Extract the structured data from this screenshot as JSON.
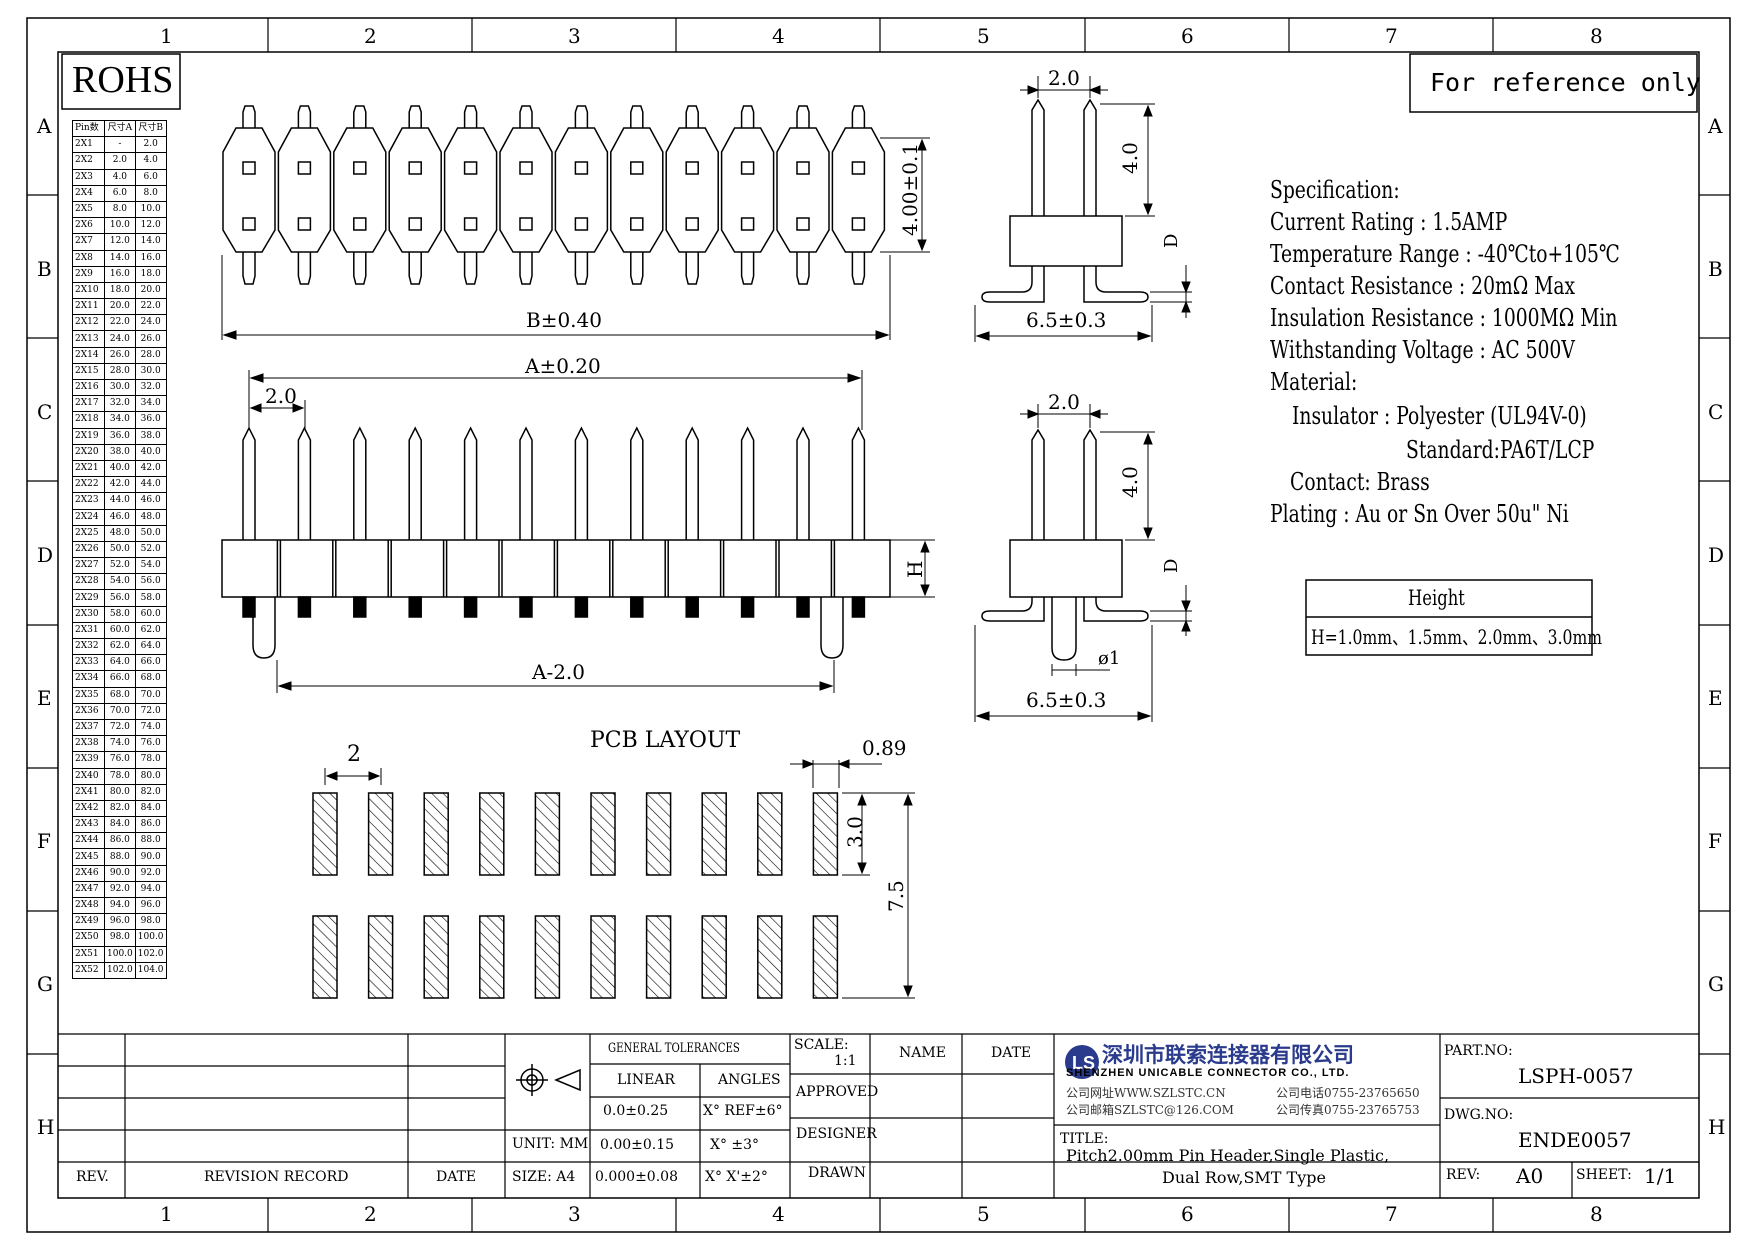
{
  "frame": {
    "columns": [
      "1",
      "2",
      "3",
      "4",
      "5",
      "6",
      "7",
      "8"
    ],
    "rows": [
      "A",
      "B",
      "C",
      "D",
      "E",
      "F",
      "G",
      "H"
    ]
  },
  "badges": {
    "rohs": "ROHS",
    "reference": "For reference only"
  },
  "pin_table": {
    "headers": [
      "Pin数",
      "尺寸A",
      "尺寸B"
    ],
    "rows": [
      [
        "2X1",
        "-",
        "2.0"
      ],
      [
        "2X2",
        "2.0",
        "4.0"
      ],
      [
        "2X3",
        "4.0",
        "6.0"
      ],
      [
        "2X4",
        "6.0",
        "8.0"
      ],
      [
        "2X5",
        "8.0",
        "10.0"
      ],
      [
        "2X6",
        "10.0",
        "12.0"
      ],
      [
        "2X7",
        "12.0",
        "14.0"
      ],
      [
        "2X8",
        "14.0",
        "16.0"
      ],
      [
        "2X9",
        "16.0",
        "18.0"
      ],
      [
        "2X10",
        "18.0",
        "20.0"
      ],
      [
        "2X11",
        "20.0",
        "22.0"
      ],
      [
        "2X12",
        "22.0",
        "24.0"
      ],
      [
        "2X13",
        "24.0",
        "26.0"
      ],
      [
        "2X14",
        "26.0",
        "28.0"
      ],
      [
        "2X15",
        "28.0",
        "30.0"
      ],
      [
        "2X16",
        "30.0",
        "32.0"
      ],
      [
        "2X17",
        "32.0",
        "34.0"
      ],
      [
        "2X18",
        "34.0",
        "36.0"
      ],
      [
        "2X19",
        "36.0",
        "38.0"
      ],
      [
        "2X20",
        "38.0",
        "40.0"
      ],
      [
        "2X21",
        "40.0",
        "42.0"
      ],
      [
        "2X22",
        "42.0",
        "44.0"
      ],
      [
        "2X23",
        "44.0",
        "46.0"
      ],
      [
        "2X24",
        "46.0",
        "48.0"
      ],
      [
        "2X25",
        "48.0",
        "50.0"
      ],
      [
        "2X26",
        "50.0",
        "52.0"
      ],
      [
        "2X27",
        "52.0",
        "54.0"
      ],
      [
        "2X28",
        "54.0",
        "56.0"
      ],
      [
        "2X29",
        "56.0",
        "58.0"
      ],
      [
        "2X30",
        "58.0",
        "60.0"
      ],
      [
        "2X31",
        "60.0",
        "62.0"
      ],
      [
        "2X32",
        "62.0",
        "64.0"
      ],
      [
        "2X33",
        "64.0",
        "66.0"
      ],
      [
        "2X34",
        "66.0",
        "68.0"
      ],
      [
        "2X35",
        "68.0",
        "70.0"
      ],
      [
        "2X36",
        "70.0",
        "72.0"
      ],
      [
        "2X37",
        "72.0",
        "74.0"
      ],
      [
        "2X38",
        "74.0",
        "76.0"
      ],
      [
        "2X39",
        "76.0",
        "78.0"
      ],
      [
        "2X40",
        "78.0",
        "80.0"
      ],
      [
        "2X41",
        "80.0",
        "82.0"
      ],
      [
        "2X42",
        "82.0",
        "84.0"
      ],
      [
        "2X43",
        "84.0",
        "86.0"
      ],
      [
        "2X44",
        "86.0",
        "88.0"
      ],
      [
        "2X45",
        "88.0",
        "90.0"
      ],
      [
        "2X46",
        "90.0",
        "92.0"
      ],
      [
        "2X47",
        "92.0",
        "94.0"
      ],
      [
        "2X48",
        "94.0",
        "96.0"
      ],
      [
        "2X49",
        "96.0",
        "98.0"
      ],
      [
        "2X50",
        "98.0",
        "100.0"
      ],
      [
        "2X51",
        "100.0",
        "102.0"
      ],
      [
        "2X52",
        "102.0",
        "104.0"
      ]
    ]
  },
  "dimensions": {
    "top_height": "4.00±0.1",
    "top_width": "B±0.40",
    "front_overall": "A±0.20",
    "front_pitch": "2.0",
    "front_H": "H",
    "front_bottom": "A-2.0",
    "side_pitch_1": "2.0",
    "side_height_1": "4.0",
    "side_D_1": "D",
    "side_width_1": "6.5±0.3",
    "side_pitch_2": "2.0",
    "side_height_2": "4.0",
    "side_D_2": "D",
    "side_peg": "ø1",
    "side_width_2": "6.5±0.3"
  },
  "pcb": {
    "title": "PCB LAYOUT",
    "pitch": "2",
    "pad_width": "0.89",
    "pad_length": "3.0",
    "row_span": "7.5"
  },
  "specification": {
    "heading": "Specification:",
    "lines": [
      "Current Rating : 1.5AMP",
      "Temperature Range : -40℃to+105℃",
      "Contact Resistance : 20mΩ Max",
      "Insulation Resistance : 1000MΩ Min",
      "Withstanding Voltage : AC 500V",
      "Material:",
      "Insulator : Polyester (UL94V-0)",
      "Standard:PA6T/LCP",
      "Contact: Brass",
      "Plating : Au or Sn Over 50u\" Ni"
    ]
  },
  "height_table": {
    "heading": "Height",
    "value": "H=1.0mm、1.5mm、2.0mm、3.0mm"
  },
  "title_block": {
    "rev_label": "REV.",
    "revision_record_label": "REVISION RECORD",
    "date_label": "DATE",
    "unit": "UNIT: MM",
    "size": "SIZE: A4",
    "general_tolerances": "GENERAL TOLERANCES",
    "linear": "LINEAR",
    "angles": "ANGLES",
    "tol_linear": [
      "0.0±0.25",
      "0.00±0.15",
      "0.000±0.08"
    ],
    "tol_angles": [
      "X° REF±6°",
      "X° ±3°",
      "X° X'±2°"
    ],
    "scale_label": "SCALE:",
    "scale_value": "1:1",
    "approved": "APPROVED",
    "designer": "DESIGNER",
    "drawn": "DRAWN",
    "name": "NAME",
    "date": "DATE",
    "company_cn": "深圳市联索连接器有限公司",
    "company_en": "SHENZHEN UNICABLE CONNECTOR CO., LTD.",
    "company_web": "公司网址WWW.SZLSTC.CN",
    "company_mail": "公司邮箱SZLSTC@126.COM",
    "company_tel": "公司电话0755-23765650",
    "company_fax": "公司传真0755-23765753",
    "title_label": "TITLE:",
    "title_line1": "Pitch2.00mm Pin Header,Single Plastic,",
    "title_line2": "Dual Row,SMT Type",
    "part_no_label": "PART.NO:",
    "part_no": "LSPH-0057",
    "dwg_no_label": "DWG.NO:",
    "dwg_no": "ENDE0057",
    "rev_label2": "REV:",
    "rev_value": "A0",
    "sheet_label": "SHEET:",
    "sheet_value": "1/1"
  }
}
